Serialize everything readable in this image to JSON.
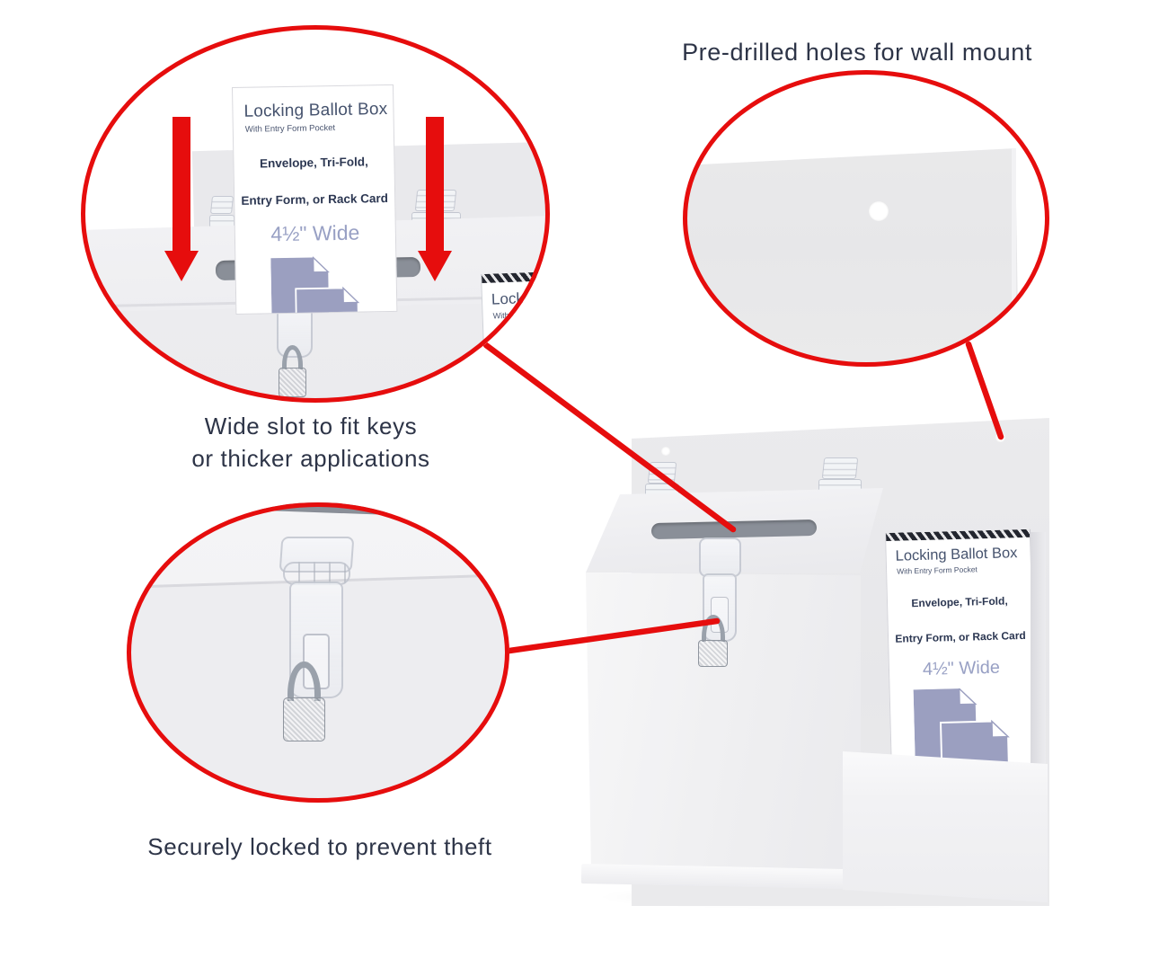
{
  "captions": {
    "wall_mount": "Pre-drilled holes for wall mount",
    "wide_slot_line1": "Wide slot to fit keys",
    "wide_slot_line2": "or thicker applications",
    "secure_lock": "Securely locked to prevent theft"
  },
  "product_card": {
    "title": "Locking Ballot Box",
    "subtitle": "With Entry Form Pocket",
    "body_line1": "Envelope, Tri-Fold,",
    "body_line2": "Entry Form, or Rack Card",
    "width_label": "4½\" Wide"
  },
  "colors": {
    "accent_red": "#e60d0d",
    "caption_navy": "#2d3447",
    "card_title_blue": "#46536e",
    "card_body_navy": "#2c3752",
    "doc_purple": "#9b9fc0",
    "slot_gray": "#8a8f98"
  }
}
